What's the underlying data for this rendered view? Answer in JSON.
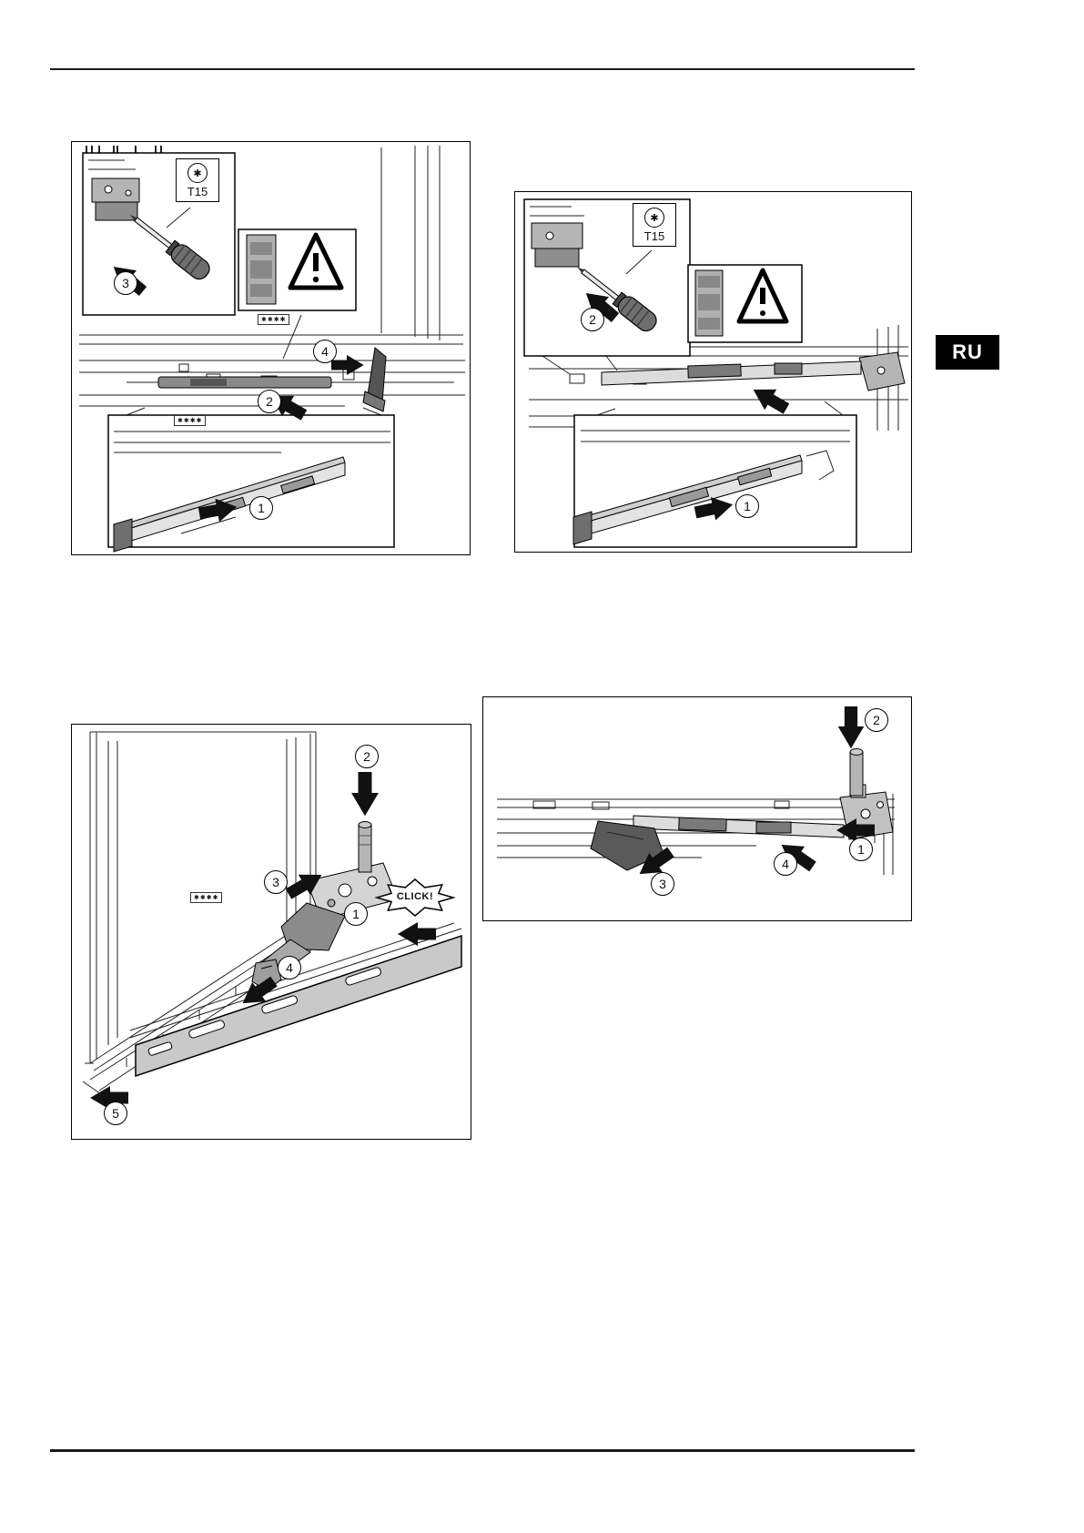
{
  "page": {
    "language_tab": "RU",
    "click_label": "CLICK!",
    "rating_label": "✱✱✱✱"
  },
  "icons": {
    "torx": "✱"
  },
  "panels": [
    {
      "tool_label": "T15",
      "steps": [
        "1",
        "2",
        "3",
        "4"
      ]
    },
    {
      "tool_label": "T15",
      "steps": [
        "1",
        "2"
      ]
    },
    {
      "steps": [
        "1",
        "2",
        "3",
        "4",
        "5"
      ]
    },
    {
      "steps": [
        "1",
        "2",
        "3",
        "4"
      ]
    }
  ]
}
